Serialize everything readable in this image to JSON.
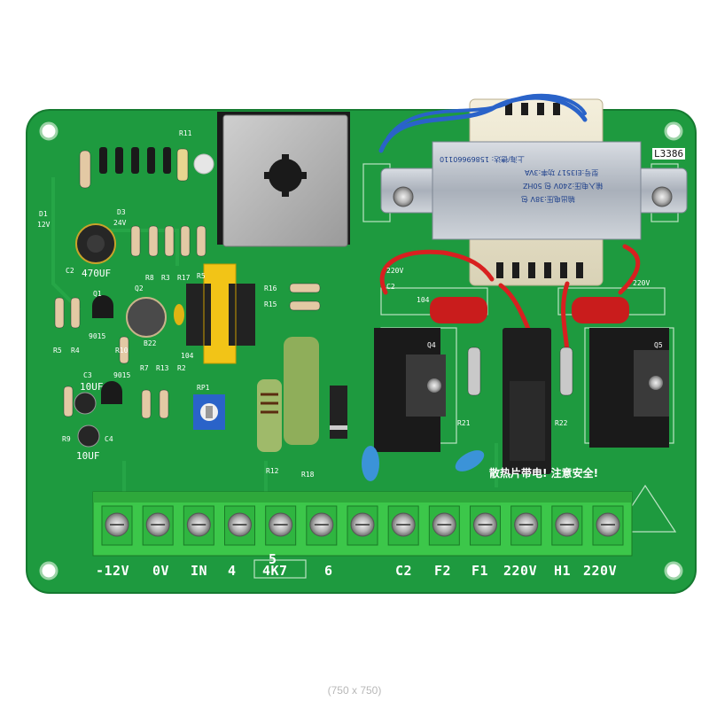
{
  "caption": "(750 x 750)",
  "board": {
    "pcb_color": "#1e9a3f",
    "silkscreen_color": "#ffffff",
    "model_fragment": "L3386",
    "warning_text": "散热片带电! 注意安全!",
    "component_labels": {
      "d1": "D1",
      "d1_v": "12V",
      "r11": "R11",
      "c2": "C2",
      "c2_value": "470UF",
      "d3": "D3",
      "d3_v": "24V",
      "r8": "R8",
      "r3": "R3",
      "r17": "R17",
      "r5a": "R5",
      "q1": "Q1",
      "q1_part": "9015",
      "q2": "Q2",
      "r5": "R5",
      "r4": "R4",
      "r10": "R10",
      "b22": "B22",
      "c104": "104",
      "r7": "R7",
      "r13": "R13",
      "r2": "R2",
      "c3": "C3",
      "c3_value": "10UF",
      "q3_part": "9015",
      "r9": "R9",
      "c4": "C4",
      "c4_value": "10UF",
      "rp1": "RP1",
      "r12": "R12",
      "r18": "R18",
      "r16": "R16",
      "r15": "R15",
      "v220_left": "220V",
      "v220_right": "220V",
      "c2b": "C2",
      "c_104b": "104",
      "q4": "Q4",
      "q5": "Q5",
      "r21": "R21",
      "r22": "R22"
    },
    "transformer_text": [
      "型号:EI3517 功率:3VA",
      "输入电压:240V 包 50HZ",
      "输出电压:38V 包",
      "上海/德达: 15869660110"
    ],
    "terminal_count": 13,
    "terminal_labels": [
      "-12V",
      "0V",
      "IN",
      "4",
      "C2",
      "F2",
      "F1",
      "220V",
      "H1",
      "220V"
    ],
    "pot_marking": {
      "pin5": "5",
      "value": "4K7",
      "pin6": "6"
    }
  }
}
